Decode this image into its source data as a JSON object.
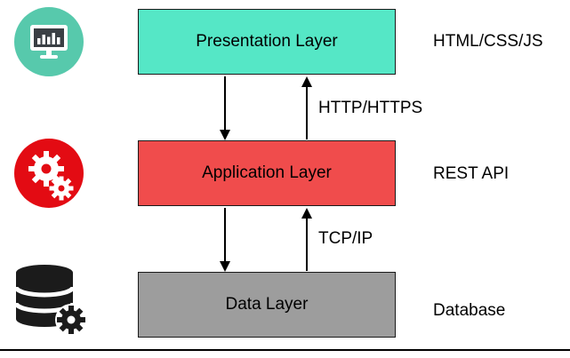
{
  "layers": [
    {
      "label": "Presentation Layer",
      "tech": "HTML/CSS/JS"
    },
    {
      "label": "Application Layer",
      "tech": "REST API"
    },
    {
      "label": "Data Layer",
      "tech": "Database"
    }
  ],
  "connections": [
    {
      "label": "HTTP/HTTPS"
    },
    {
      "label": "TCP/IP"
    }
  ],
  "icons": [
    {
      "name": "monitor-chart-icon"
    },
    {
      "name": "gears-icon"
    },
    {
      "name": "database-gear-icon"
    }
  ],
  "colors": {
    "presentation_box": "#55e7c6",
    "application_box": "#f04c4c",
    "data_box": "#9d9d9d",
    "icon_teal_circle": "#57c9ac",
    "icon_red_circle": "#e30b13",
    "icon_dark": "#1b1b1b",
    "arrow": "#000000",
    "box_border": "#1a1a1a"
  }
}
